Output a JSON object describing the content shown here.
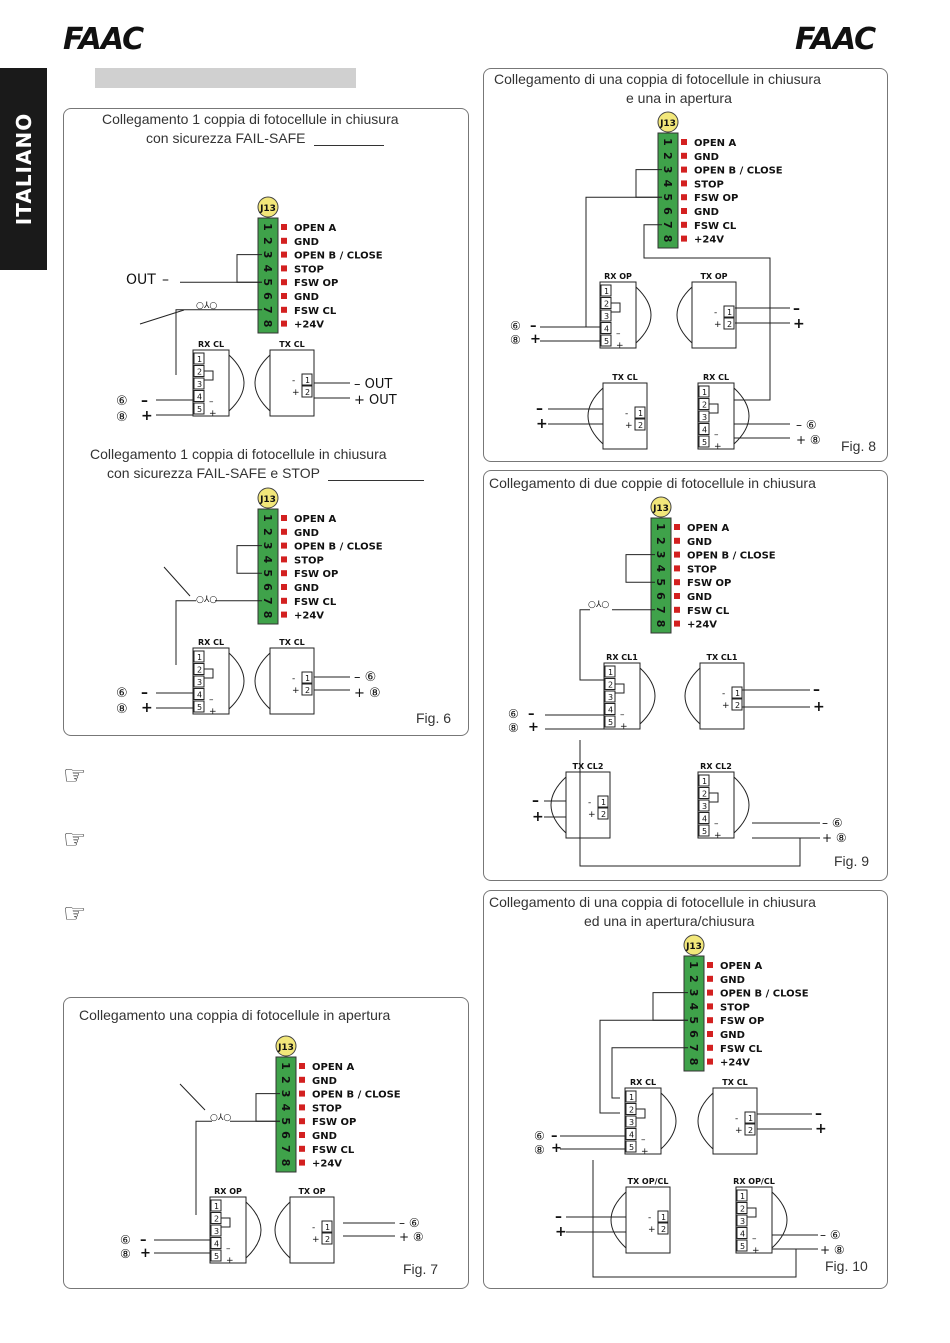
{
  "header": {
    "logo_left": "FAAC",
    "logo_right": "FAAC",
    "side_tab": "ITALIANO"
  },
  "colors": {
    "terminal_green": "#3fa24a",
    "terminal_led": "#d32020",
    "panel_border": "#777777",
    "side_tab": "#1a1a1a",
    "grey_bar": "#d0d0d0"
  },
  "connector": {
    "name": "J13",
    "pins": [
      "1",
      "2",
      "3",
      "4",
      "5",
      "6",
      "7",
      "8"
    ],
    "labels": [
      "OPEN A",
      "GND",
      "OPEN B / CLOSE",
      "STOP",
      "FSW OP",
      "GND",
      "FSW CL",
      "+24V"
    ]
  },
  "fig6": {
    "title_a": "Collegamento 1 coppia di fotocellule in chiusura",
    "title_b": "con sicurezza FAIL-SAFE",
    "title2_a": "Collegamento 1 coppia di fotocellule in chiusura",
    "title2_b": "con sicurezza FAIL-SAFE e STOP",
    "out_label": "OUT",
    "label": "Fig. 6",
    "rx": "RX CL",
    "tx": "TX CL",
    "minus_out": "– OUT",
    "plus_out": "+ OUT",
    "c6": "⑥",
    "c8": "⑧"
  },
  "fig7": {
    "title": "Collegamento una coppia di fotocellule in apertura",
    "label": "Fig. 7",
    "rx": "RX OP",
    "tx": "TX OP"
  },
  "fig8": {
    "title_a": "Collegamento di una coppia di fotocellule in chiusura",
    "title_b": "e una in apertura",
    "label": "Fig. 8",
    "rx1": "RX OP",
    "tx1": "TX OP",
    "rx2": "RX CL",
    "tx2": "TX CL"
  },
  "fig9": {
    "title": "Collegamento di due coppie di fotocellule in chiusura",
    "label": "Fig. 9",
    "rx1": "RX CL1",
    "tx1": "TX CL1",
    "rx2": "RX CL2",
    "tx2": "TX CL2"
  },
  "fig10": {
    "title_a": "Collegamento di una coppia di fotocellule in chiusura",
    "title_b": "ed una in apertura/chiusura",
    "label": "Fig. 10",
    "rx1": "RX CL",
    "tx1": "TX CL",
    "rx2": "RX OP/CL",
    "tx2": "TX OP/CL"
  },
  "notes": {
    "icon": "pointing-hand-icon"
  }
}
